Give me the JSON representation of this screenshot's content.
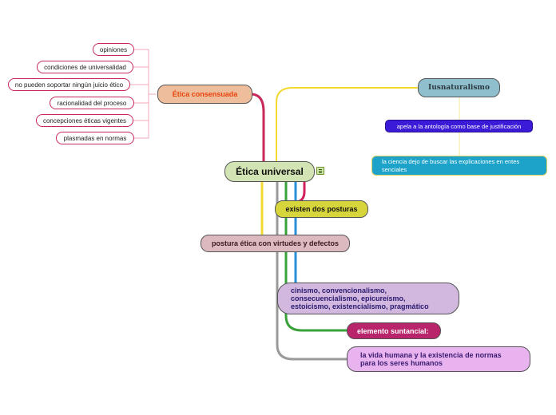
{
  "central": {
    "label": "Ética universal"
  },
  "etica_consensuada": {
    "label": "Ética consensuada",
    "items": [
      "opiniones",
      "condiciones de universalidad",
      "no pueden soportar ningún juicio ético",
      "racionalidad del proceso",
      "concepciones éticas vigentes",
      "plasmadas en normas"
    ]
  },
  "iusnaturalismo": {
    "label": "Iusnaturalismo",
    "items": [
      "apela a la antología como base de justificación",
      "la ciencia dejo de buscar las explicaciones en entes senciales"
    ]
  },
  "existen_dos_posturas": {
    "label": "existen dos posturas"
  },
  "postura_etica": {
    "label": "postura ética con virtudes y defectos"
  },
  "corrientes": {
    "label": "cinismo, convencionalismo, consecuencialismo, epicureísmo, estoicismo, existencialismo, pragmático"
  },
  "elemento_suntancial": {
    "label": "elemento suntancial:"
  },
  "vida_humana": {
    "label": "la vida humana y la existencia de normas para los seres humanos"
  },
  "colors": {
    "central": "#d3e4b4",
    "consensuada": "#eebd9c",
    "consensuada_text": "#e8420c",
    "leaf_border": "#c8285a",
    "iusnaturalismo": "#8fbfcc",
    "apela": "#3b1ad8",
    "ciencia": "#1da3c9",
    "posturas": "#d7d53c",
    "postura_etica": "#dcb8bf",
    "corrientes": "#d2b8df",
    "elemento": "#b8256a",
    "vida": "#e8b3ef"
  },
  "icons": {
    "note": "note-icon"
  }
}
